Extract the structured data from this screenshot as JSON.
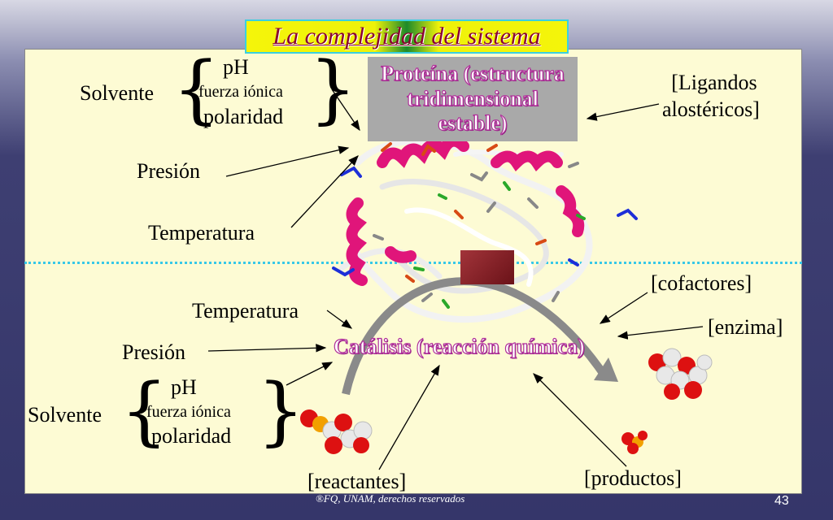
{
  "slide": {
    "title": "La complejidad del sistema",
    "footer": "®FQ, UNAM, derechos reservados",
    "page_number": "43"
  },
  "top": {
    "solvente": "Solvente",
    "ph": "pH",
    "fuerza_ionica": "fuerza iónica",
    "polaridad": "polaridad",
    "presion": "Presión",
    "temperatura": "Temperatura",
    "protein": [
      "Proteína (estructura",
      "tridimensional",
      "estable)"
    ],
    "ligandos": [
      "[Ligandos",
      "alostéricos]"
    ]
  },
  "bottom": {
    "temperatura": "Temperatura",
    "presion": "Presión",
    "solvente": "Solvente",
    "ph": "pH",
    "fuerza_ionica": "fuerza iónica",
    "polaridad": "polaridad",
    "catalisis": "Catálisis (reacción química)",
    "cofactores": "[cofactores]",
    "enzima": "[enzima]",
    "reactantes": "[reactantes]",
    "productos": "[productos]"
  },
  "colors": {
    "title_text": "#8a0030",
    "title_bg": "#f5f50a",
    "panel_bg": "#fdfbd4",
    "divider": "#37c8e8",
    "outline_text": "#b0309a"
  }
}
